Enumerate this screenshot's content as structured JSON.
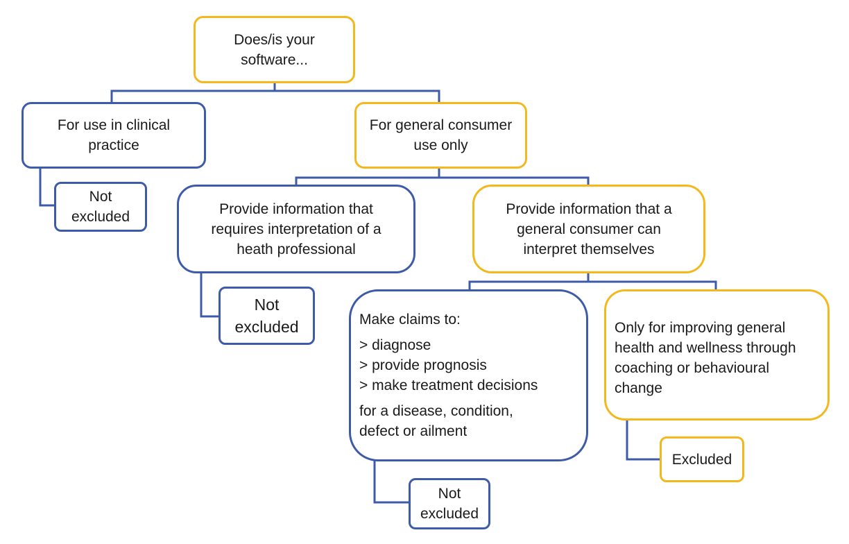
{
  "colors": {
    "blue": "#3d5ba9",
    "gold": "#f2b81d"
  },
  "nodes": {
    "root": {
      "line1": "Does/is your",
      "line2": "software..."
    },
    "clinical": {
      "line1": "For use in clinical",
      "line2": "practice"
    },
    "clinical_result": {
      "line1": "Not",
      "line2": "excluded"
    },
    "consumer": {
      "line1": "For general consumer",
      "line2": "use only"
    },
    "requires_hp": {
      "line1": "Provide information that",
      "line2": "requires interpretation of a",
      "line3": "heath professional"
    },
    "requires_hp_result": {
      "line1": "Not",
      "line2": "excluded"
    },
    "self_interpret": {
      "line1": "Provide information that a",
      "line2": "general consumer can",
      "line3": "interpret themselves"
    },
    "claims": {
      "heading": "Make claims to:",
      "items": [
        "> diagnose",
        "> provide prognosis",
        "> make treatment decisions"
      ],
      "footer1": "for a disease, condition,",
      "footer2": "defect or ailment"
    },
    "claims_result": {
      "line1": "Not",
      "line2": "excluded"
    },
    "wellness": {
      "line1": "Only for improving general",
      "line2": "health and wellness through",
      "line3": "coaching or behavioural",
      "line4": "change"
    },
    "wellness_result": {
      "line1": "Excluded"
    }
  }
}
